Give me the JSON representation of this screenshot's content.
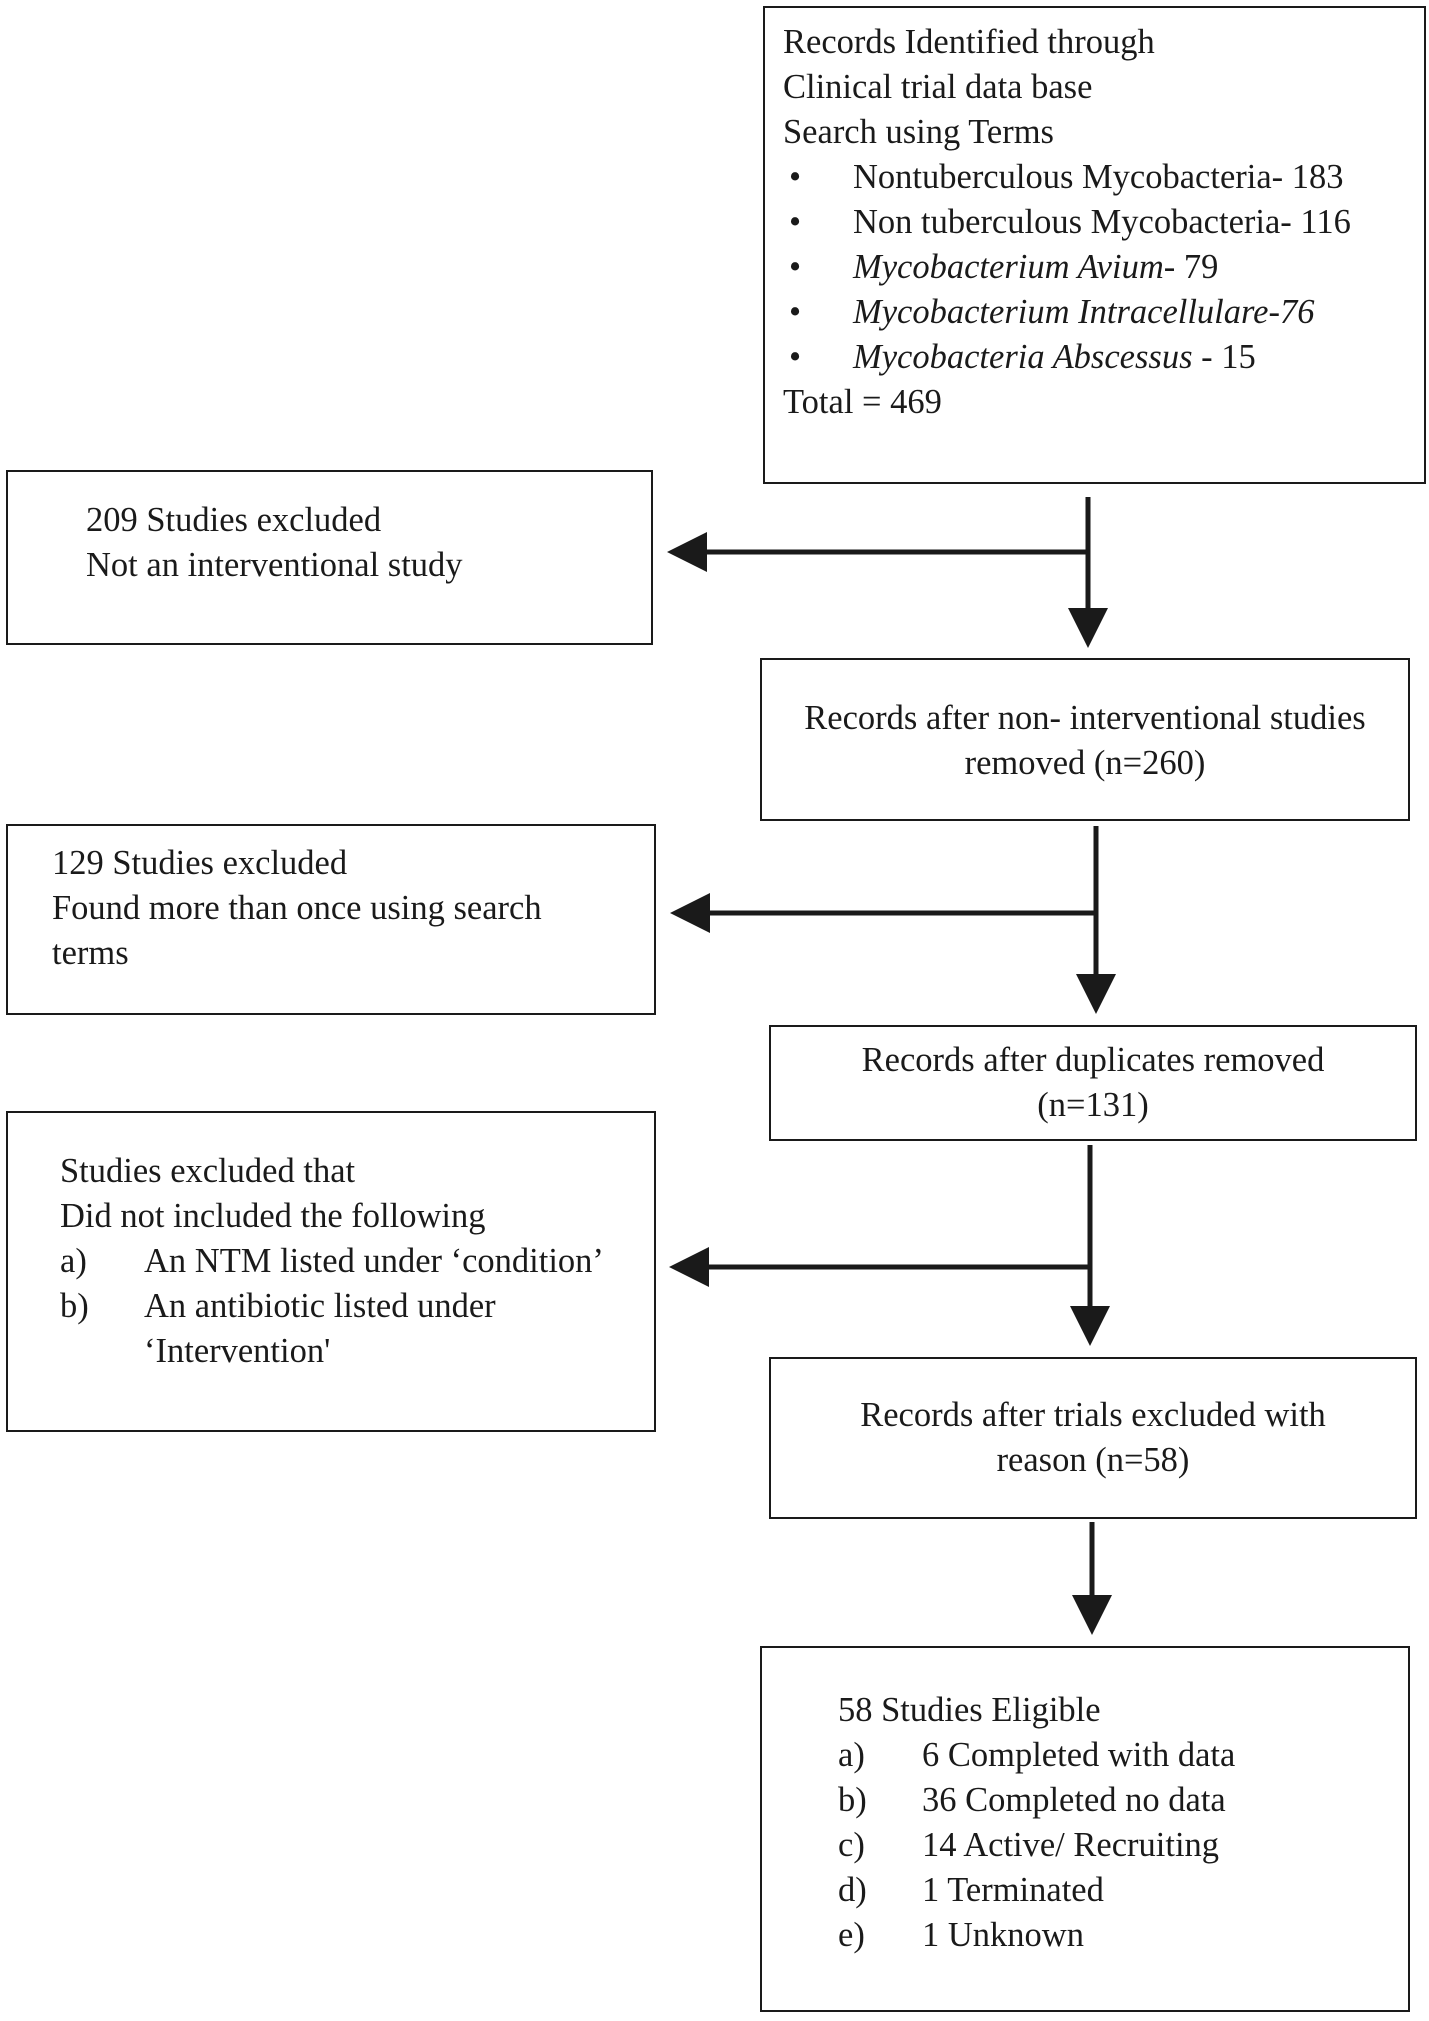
{
  "search": {
    "title_lines": [
      "Records Identified  through",
      "Clinical  trial  data base",
      "Search  using  Terms"
    ],
    "bullet": "•",
    "terms": [
      {
        "pre": "Nontuberculous  Mycobacteria-  183",
        "post": ""
      },
      {
        "pre": "Non tuberculous  Mycobacteria-  116",
        "post": ""
      },
      {
        "pre": "Mycobacterium Avium",
        "post": "- 79"
      },
      {
        "pre": "Mycobacterium  Intracellulare-76",
        "post": ""
      },
      {
        "pre": "Mycobacteria  Abscessus",
        "post": " - 15"
      }
    ],
    "total": "Total  = 469"
  },
  "excluded_1": {
    "lines": [
      "209 Studies  excluded",
      "Not an interventional  study"
    ]
  },
  "records_1": {
    "lines": [
      "Records after  non- interventional  studies",
      "removed  (n=260)"
    ]
  },
  "excluded_2": {
    "lines": [
      "129 Studies  excluded",
      "Found more  than  once using  search",
      "terms"
    ]
  },
  "records_2": {
    "lines": [
      "Records after  duplicates  removed",
      "(n=131)"
    ]
  },
  "excluded_3": {
    "lines": [
      "Studies  excluded  that",
      "Did not included  the following"
    ],
    "items": [
      {
        "letter": "a)",
        "text": "An NTM listed  under  ‘condition’"
      },
      {
        "letter": "b)",
        "text": "An antibiotic  listed  under"
      },
      {
        "letter": "",
        "text": "‘Intervention'"
      }
    ]
  },
  "records_3": {
    "lines": [
      "Records after  trials  excluded  with",
      "reason (n=58)"
    ]
  },
  "eligible": {
    "title": "58 Studies  Eligible",
    "items": [
      {
        "letter": "a)",
        "text": "6 Completed  with  data"
      },
      {
        "letter": "b)",
        "text": "36 Completed  no data"
      },
      {
        "letter": "c)",
        "text": "14 Active/  Recruiting"
      },
      {
        "letter": "d)",
        "text": "1 Terminated"
      },
      {
        "letter": "e)",
        "text": "1 Unknown"
      }
    ]
  }
}
